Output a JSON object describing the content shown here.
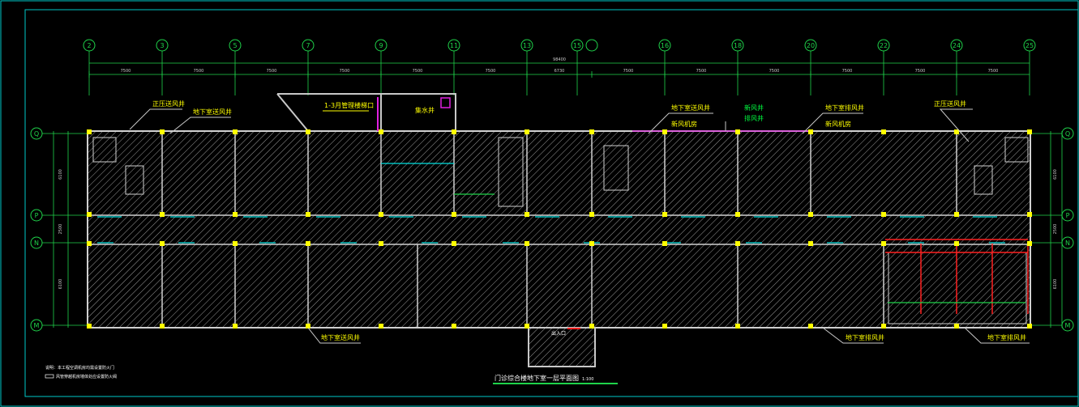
{
  "colors": {
    "background": "#000000",
    "frame": "#00c8c8",
    "wall": "#c8c8c8",
    "hatch": "#b4b4b4",
    "axis": "#1fd34a",
    "leader": "#c8c8c8",
    "label_yellow": "#ffff00",
    "duct_red": "#ff2020",
    "magenta": "#e020e0",
    "cyan": "#00e0e0",
    "green": "#00ff40",
    "white": "#ffffff"
  },
  "grid_columns": [
    "2",
    "3",
    "5",
    "7",
    "9",
    "11",
    "13",
    "15",
    "16",
    "18",
    "20",
    "22",
    "24",
    "25"
  ],
  "grid_rows": [
    "Q",
    "P",
    "N",
    "M"
  ],
  "dimensions": {
    "total": "98400",
    "spans": [
      "7500",
      "7500",
      "7500",
      "7500",
      "7500",
      "7500",
      "6730",
      "7500",
      "7500",
      "7500",
      "7500",
      "7500",
      "7500"
    ],
    "row_spans": [
      "6100",
      "2500",
      "6100"
    ]
  },
  "labels": {
    "stair_note": "1-3月管理楼梯口",
    "shaft_top": "集水井",
    "smoke_left": "正压送风井",
    "smoke_left2": "地下室送风井",
    "smoke_mid": "地下室送风井",
    "smoke_mid2": "新风机房",
    "green_tag1": "新风井",
    "green_tag2": "排风井",
    "smoke_right": "地下室排风井",
    "smoke_right2": "新风机房",
    "smoke_far_right": "正压送风井",
    "bottom_left": "地下室送风井",
    "bottom_mid": "地下室排风井",
    "bottom_right": "地下室排风井",
    "entrance": "出入口",
    "title": "门诊综合楼地下室一层平面图",
    "scale": "1:100"
  },
  "legend": [
    "说明：本工程空调机房均需设置防火门",
    "风管穿越机房墙体处应设置防火阀"
  ]
}
